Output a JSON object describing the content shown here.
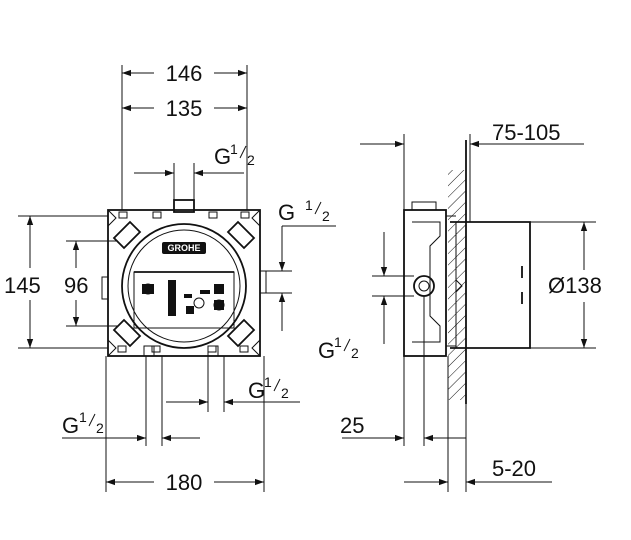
{
  "brand": "GROHE",
  "front_view": {
    "width_outer": "146",
    "width_inner": "135",
    "height_outer": "145",
    "height_inner": "96",
    "width_bottom": "180",
    "thread_top": "G",
    "thread_right": "G",
    "thread_bottom_right": "G",
    "thread_bottom_left": "G",
    "fraction_num": "1",
    "fraction_den": "2"
  },
  "side_view": {
    "depth_range": "75-105",
    "diameter": "Ø138",
    "thread_left": "G",
    "offset": "25",
    "wall_range": "5-20",
    "fraction_num": "1",
    "fraction_den": "2"
  },
  "colors": {
    "line": "#111111",
    "background": "#ffffff"
  }
}
